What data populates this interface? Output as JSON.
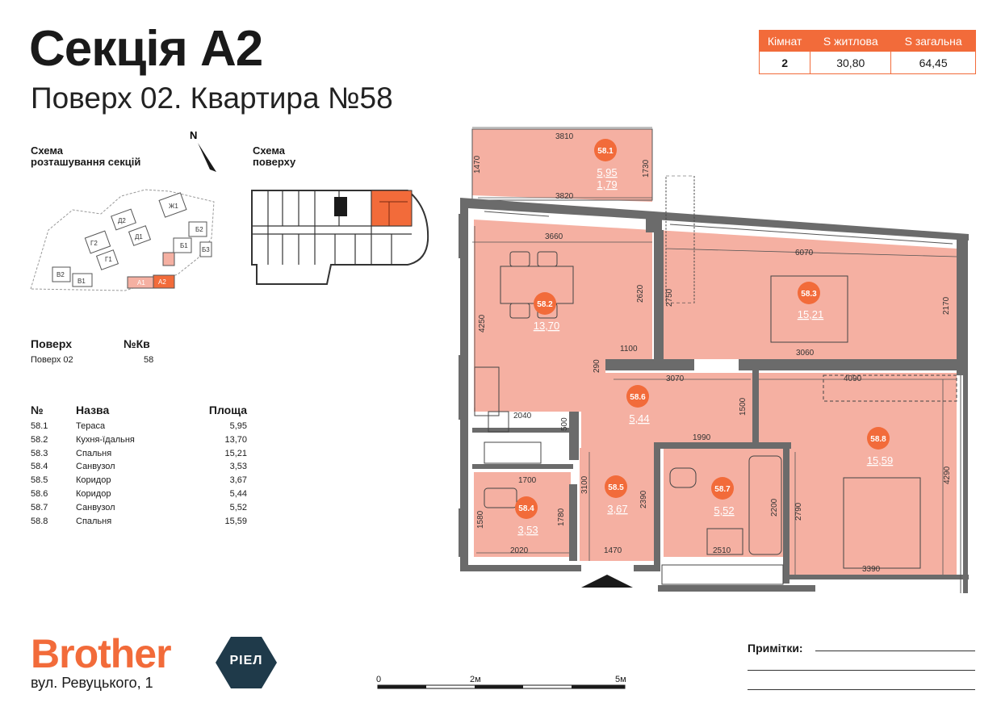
{
  "header": {
    "title": "Секція А2",
    "subtitle": "Поверх 02. Квартира №58"
  },
  "summary": {
    "headers": [
      "Кімнат",
      "S житлова",
      "S загальна"
    ],
    "values": [
      "2",
      "30,80",
      "64,45"
    ]
  },
  "schemes": {
    "sections_label_1": "Схема",
    "sections_label_2": "розташування секцій",
    "floor_label_1": "Схема",
    "floor_label_2": "поверху",
    "north": "N",
    "sections": [
      "Ж1",
      "Д2",
      "Д1",
      "Г2",
      "Г1",
      "Б1",
      "Б2",
      "Б3",
      "В2",
      "В1",
      "А1",
      "А2"
    ]
  },
  "info": {
    "floor_header": "Поверх",
    "apt_header": "№Кв",
    "floor_value": "Поверх 02",
    "apt_value": "58"
  },
  "rooms": {
    "headers": [
      "№",
      "Назва",
      "Площа"
    ],
    "items": [
      {
        "num": "58.1",
        "name": "Тераса",
        "area": "5,95"
      },
      {
        "num": "58.2",
        "name": "Кухня-їдальня",
        "area": "13,70"
      },
      {
        "num": "58.3",
        "name": "Спальня",
        "area": "15,21"
      },
      {
        "num": "58.4",
        "name": "Санвузол",
        "area": "3,53"
      },
      {
        "num": "58.5",
        "name": "Коридор",
        "area": "3,67"
      },
      {
        "num": "58.6",
        "name": "Коридор",
        "area": "5,44"
      },
      {
        "num": "58.7",
        "name": "Санвузол",
        "area": "5,52"
      },
      {
        "num": "58.8",
        "name": "Спальня",
        "area": "15,59"
      }
    ]
  },
  "plan": {
    "markers": [
      {
        "id": "58.1",
        "area": "5,95",
        "area2": "1,79"
      },
      {
        "id": "58.2",
        "area": "13,70"
      },
      {
        "id": "58.3",
        "area": "15,21"
      },
      {
        "id": "58.4",
        "area": "3,53"
      },
      {
        "id": "58.5",
        "area": "3,67"
      },
      {
        "id": "58.6",
        "area": "5,44"
      },
      {
        "id": "58.7",
        "area": "5,52"
      },
      {
        "id": "58.8",
        "area": "15,59"
      }
    ],
    "dimensions": [
      "3810",
      "1470",
      "1730",
      "3820",
      "3660",
      "6070",
      "4250",
      "2620",
      "2750",
      "2170",
      "1100",
      "3060",
      "290",
      "3070",
      "4090",
      "1500",
      "2040",
      "500",
      "1990",
      "1700",
      "3100",
      "2390",
      "2200",
      "2790",
      "4290",
      "1580",
      "1780",
      "2020",
      "1470",
      "2510",
      "3390"
    ]
  },
  "brand": {
    "name": "Brother",
    "badge": "РІЕЛ",
    "address": "вул. Ревуцького, 1"
  },
  "notes": {
    "label": "Примітки:"
  },
  "scale": {
    "labels": [
      "0",
      "2м",
      "5м"
    ]
  },
  "colors": {
    "accent": "#f26b3a",
    "room_fill": "#f5b0a2",
    "wall": "#6b6b6b"
  }
}
